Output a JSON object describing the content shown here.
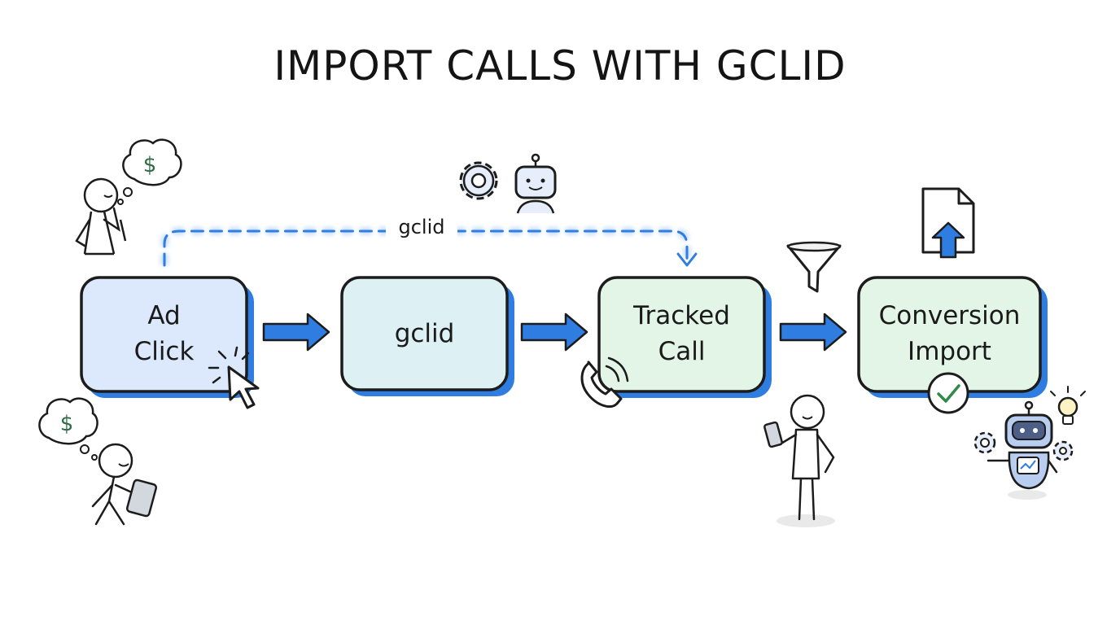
{
  "title": "IMPORT CALLS WITH GCLID",
  "flow": {
    "steps": [
      {
        "label_line1": "Ad",
        "label_line2": "Click",
        "fill": "#dce8fb"
      },
      {
        "label_line1": "gclid",
        "label_line2": "",
        "fill": "#ddf0f3"
      },
      {
        "label_line1": "Tracked",
        "label_line2": "Call",
        "fill": "#e3f5e6"
      },
      {
        "label_line1": "Conversion",
        "label_line2": "Import",
        "fill": "#e3f5e6"
      }
    ],
    "dashed_link_label": "gclid"
  },
  "thought_bubbles": [
    {
      "symbol": "$"
    },
    {
      "symbol": "$"
    }
  ],
  "icons": [
    "cursor-icon",
    "gear-icon",
    "robot-icon",
    "phone-icon",
    "funnel-icon",
    "upload-document-icon",
    "checkmark-icon",
    "lightbulb-icon"
  ],
  "colors": {
    "accent_blue": "#2f7de1",
    "outline": "#1c1c1c",
    "check_green": "#2f8a4a"
  }
}
